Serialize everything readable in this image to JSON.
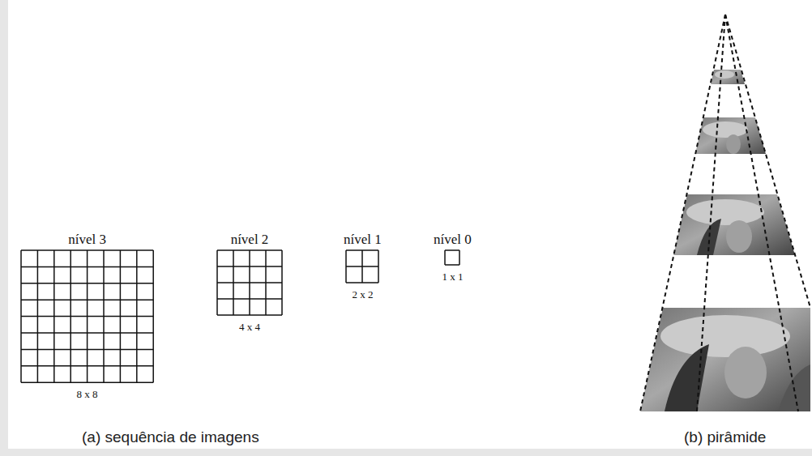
{
  "diagram": {
    "nodes": [
      {
        "text": [
          "nível 3",
          "8 x 8"
        ]
      },
      {
        "text": [
          "nível 2",
          "4 x 4"
        ]
      },
      {
        "text": [
          "nível 1",
          "2 x 2"
        ]
      },
      {
        "text": [
          "nível 0",
          "1 x 1"
        ]
      }
    ],
    "labels": [
      "(a) sequência de imagens",
      "(b) pirâmide"
    ]
  }
}
